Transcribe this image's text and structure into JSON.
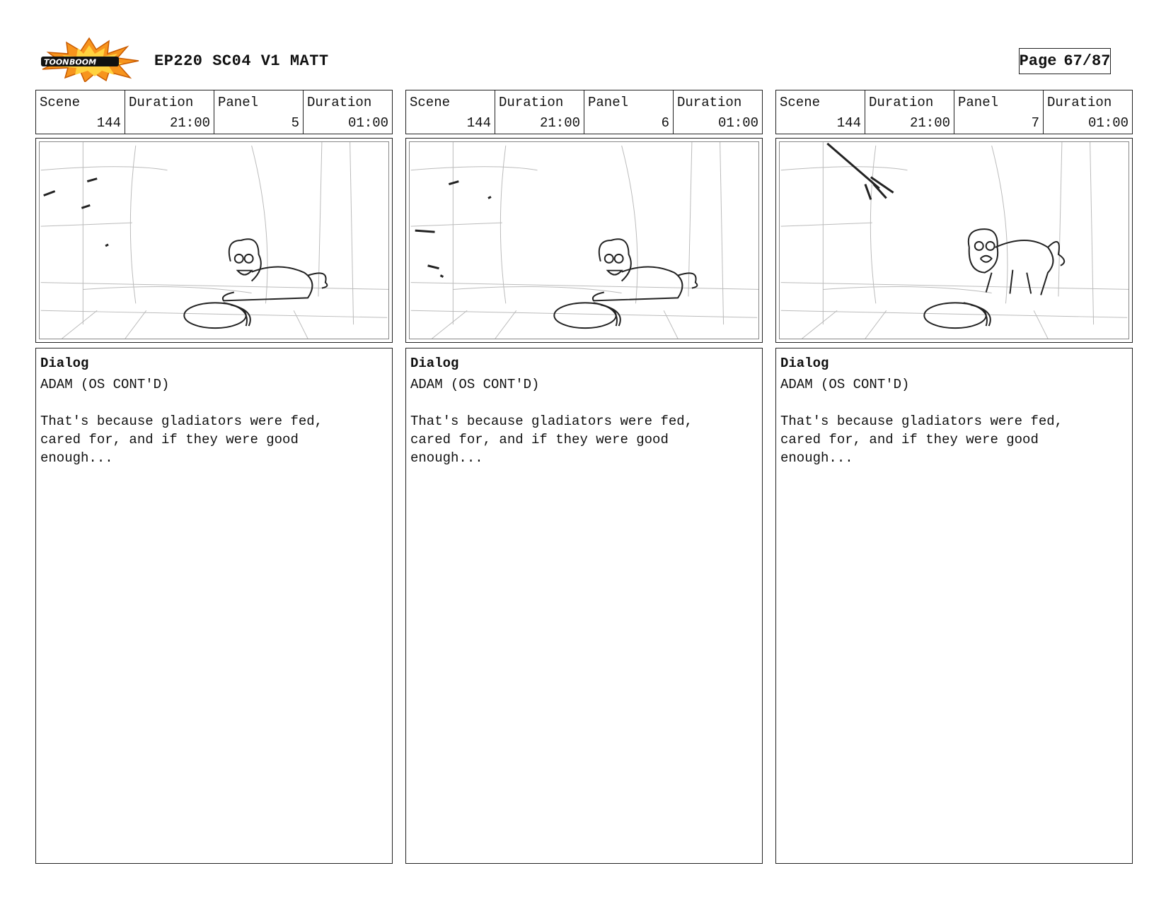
{
  "header": {
    "logo_text": "TOONBOOM",
    "title": "EP220 SC04 V1 MATT",
    "page_label": "Page",
    "page_value": "67/87"
  },
  "panels": [
    {
      "scene_label": "Scene",
      "scene": "144",
      "duration_label": "Duration",
      "duration": "21:00",
      "panel_label": "Panel",
      "panel": "5",
      "panel_duration_label": "Duration",
      "panel_duration": "01:00",
      "dialog_header": "Dialog",
      "character": "ADAM (OS CONT'D)",
      "lines": [
        "That's because gladiators were fed,",
        "cared for, and if they were good",
        "enough..."
      ]
    },
    {
      "scene_label": "Scene",
      "scene": "144",
      "duration_label": "Duration",
      "duration": "21:00",
      "panel_label": "Panel",
      "panel": "6",
      "panel_duration_label": "Duration",
      "panel_duration": "01:00",
      "dialog_header": "Dialog",
      "character": "ADAM (OS CONT'D)",
      "lines": [
        "That's because gladiators were fed,",
        "cared for, and if they were good",
        "enough..."
      ]
    },
    {
      "scene_label": "Scene",
      "scene": "144",
      "duration_label": "Duration",
      "duration": "21:00",
      "panel_label": "Panel",
      "panel": "7",
      "panel_duration_label": "Duration",
      "panel_duration": "01:00",
      "dialog_header": "Dialog",
      "character": "ADAM (OS CONT'D)",
      "lines": [
        "That's because gladiators were fed,",
        "cared for, and if they were good",
        "enough..."
      ]
    }
  ]
}
